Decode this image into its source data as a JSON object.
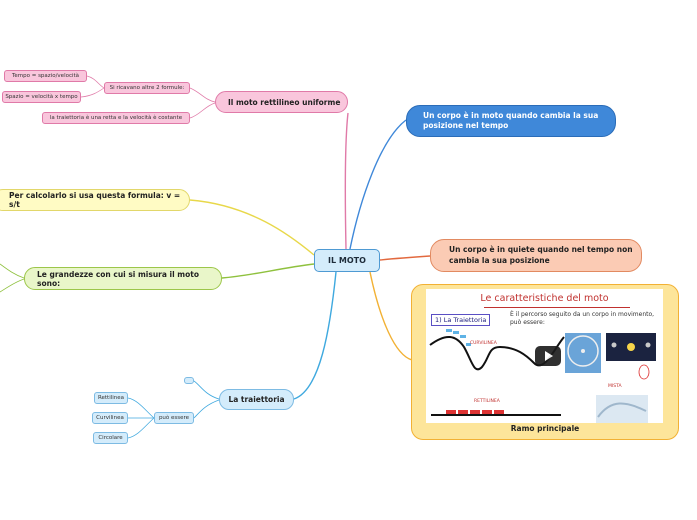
{
  "central": {
    "label": "IL MOTO"
  },
  "topics": {
    "moto_rettilineo": {
      "label": "Il moto rettilineo uniforme"
    },
    "moto": {
      "label": "Un corpo è in moto quando cambia la sua posizione nel tempo"
    },
    "quiete": {
      "label": "Un corpo è in quiete quando nel tempo non cambia la sua posizione"
    },
    "formula": {
      "label": "Per calcolarlo si usa questa formula: v = s/t"
    },
    "grandezze": {
      "label": "Le grandezze con cui si misura il moto sono:"
    },
    "traiettoria": {
      "label": "La traiettoria"
    },
    "ramo": {
      "label": "Ramo principale"
    }
  },
  "subtopics": {
    "formule": {
      "label": "Si ricavano altre 2 formule:"
    },
    "tempo": {
      "label": "Tempo = spazio/velocità"
    },
    "spazio": {
      "label": "Spazio = velocità x tempo"
    },
    "traiettoria_retta": {
      "label": "la traiettoria è una retta e la velocità è costante"
    },
    "puo_essere": {
      "label": "può essere"
    },
    "rettilinea": {
      "label": "Rettilinea"
    },
    "curvilinea": {
      "label": "Curvilinea"
    },
    "circolare": {
      "label": "Circolare"
    }
  },
  "video": {
    "title": "Le caratteristiche del moto",
    "tag": "1) La Traiettoria",
    "desc": "È il percorso seguito da un corpo in movimento, può essere:",
    "label_curvilinea": "CURVILINEA",
    "label_rettilinea": "RETTILINEA",
    "label_mista": "MISTA"
  },
  "colors": {
    "pink": "#e07aa8",
    "blue": "#3f88d9",
    "orange": "#e2693e",
    "yellow": "#e8d84a",
    "green": "#8fc13e",
    "ramo": "#f2b134"
  }
}
